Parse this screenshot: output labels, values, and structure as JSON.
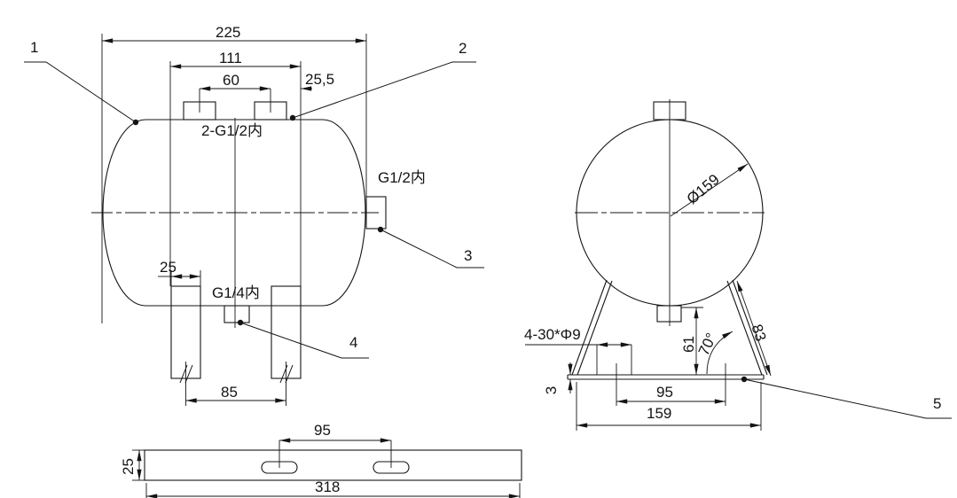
{
  "drawing": {
    "side_view": {
      "dim_overall": "225",
      "dim_leg_span": "111",
      "dim_port_spacing": "60",
      "dim_port_offset": "25,5",
      "top_ports_label": "2-G1/2内",
      "side_port_label": "G1/2内",
      "bottom_port_label": "G1/4内",
      "dim_leg_width": "25",
      "dim_leg_centers": "85"
    },
    "end_view": {
      "dim_diameter": "Ø159",
      "holes_label": "4-30*Φ9",
      "dim_height": "61",
      "dim_angle": "70°",
      "dim_leg_length": "83",
      "dim_plate_thickness": "3",
      "dim_slot_spacing": "95",
      "dim_base_width": "159"
    },
    "base_view": {
      "dim_slot_spacing": "95",
      "dim_plate_width": "25",
      "dim_plate_length": "318"
    },
    "callouts": {
      "c1": "1",
      "c2": "2",
      "c3": "3",
      "c4": "4",
      "c5": "5"
    }
  }
}
